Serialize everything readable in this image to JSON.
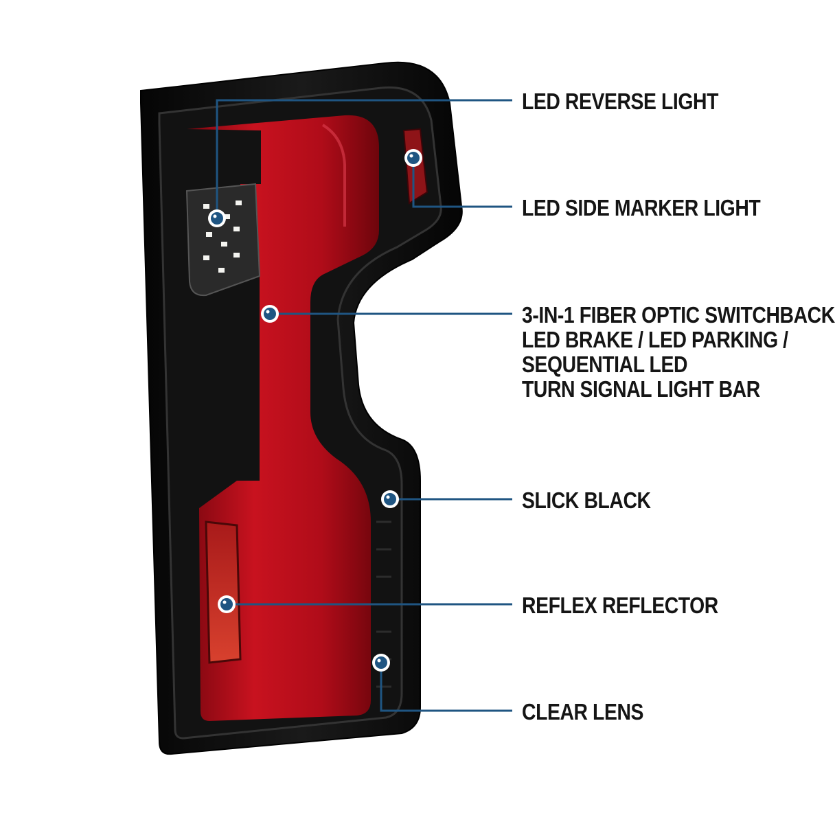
{
  "colors": {
    "background": "#ffffff",
    "housing": "#0b0b0b",
    "red_bar": "#b40f1c",
    "reflector": "#c41e1e",
    "callout_line": "#1f5582",
    "callout_dot": "#1f5582",
    "text": "#151515"
  },
  "callouts": {
    "reverse": {
      "label": "LED REVERSE LIGHT",
      "icon": "callout-dot-icon"
    },
    "side_marker": {
      "label": "LED SIDE MARKER LIGHT",
      "icon": "callout-dot-icon"
    },
    "fiber_optic": {
      "lines": [
        "3-IN-1 FIBER OPTIC SWITCHBACK",
        "LED BRAKE / LED PARKING /",
        "SEQUENTIAL LED",
        "TURN SIGNAL LIGHT BAR"
      ],
      "icon": "callout-dot-icon"
    },
    "slick_black": {
      "label": "SLICK BLACK",
      "icon": "callout-dot-icon"
    },
    "reflex": {
      "label": "REFLEX REFLECTOR",
      "icon": "callout-dot-icon"
    },
    "clear_lens": {
      "label": "CLEAR LENS",
      "icon": "callout-dot-icon"
    }
  }
}
